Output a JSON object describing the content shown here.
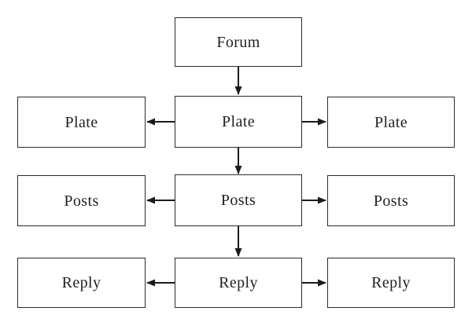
{
  "nodes": {
    "forum": "Forum",
    "plate_left": "Plate",
    "plate_center": "Plate",
    "plate_right": "Plate",
    "posts_left": "Posts",
    "posts_center": "Posts",
    "posts_right": "Posts",
    "reply_left": "Reply",
    "reply_center": "Reply",
    "reply_right": "Reply"
  },
  "edges": [
    {
      "from": "forum",
      "to": "plate_center",
      "direction": "down"
    },
    {
      "from": "plate_center",
      "to": "plate_left",
      "direction": "left"
    },
    {
      "from": "plate_center",
      "to": "plate_right",
      "direction": "right"
    },
    {
      "from": "plate_center",
      "to": "posts_center",
      "direction": "down"
    },
    {
      "from": "posts_center",
      "to": "posts_left",
      "direction": "left"
    },
    {
      "from": "posts_center",
      "to": "posts_right",
      "direction": "right"
    },
    {
      "from": "posts_center",
      "to": "reply_center",
      "direction": "down"
    },
    {
      "from": "reply_center",
      "to": "reply_left",
      "direction": "left"
    },
    {
      "from": "reply_center",
      "to": "reply_right",
      "direction": "right"
    }
  ],
  "colors": {
    "background": "#ffffff",
    "box_fill": "#ffffff",
    "box_border": "#2e2a2b",
    "arrow": "#1c1a1b",
    "text": "#231f20"
  }
}
